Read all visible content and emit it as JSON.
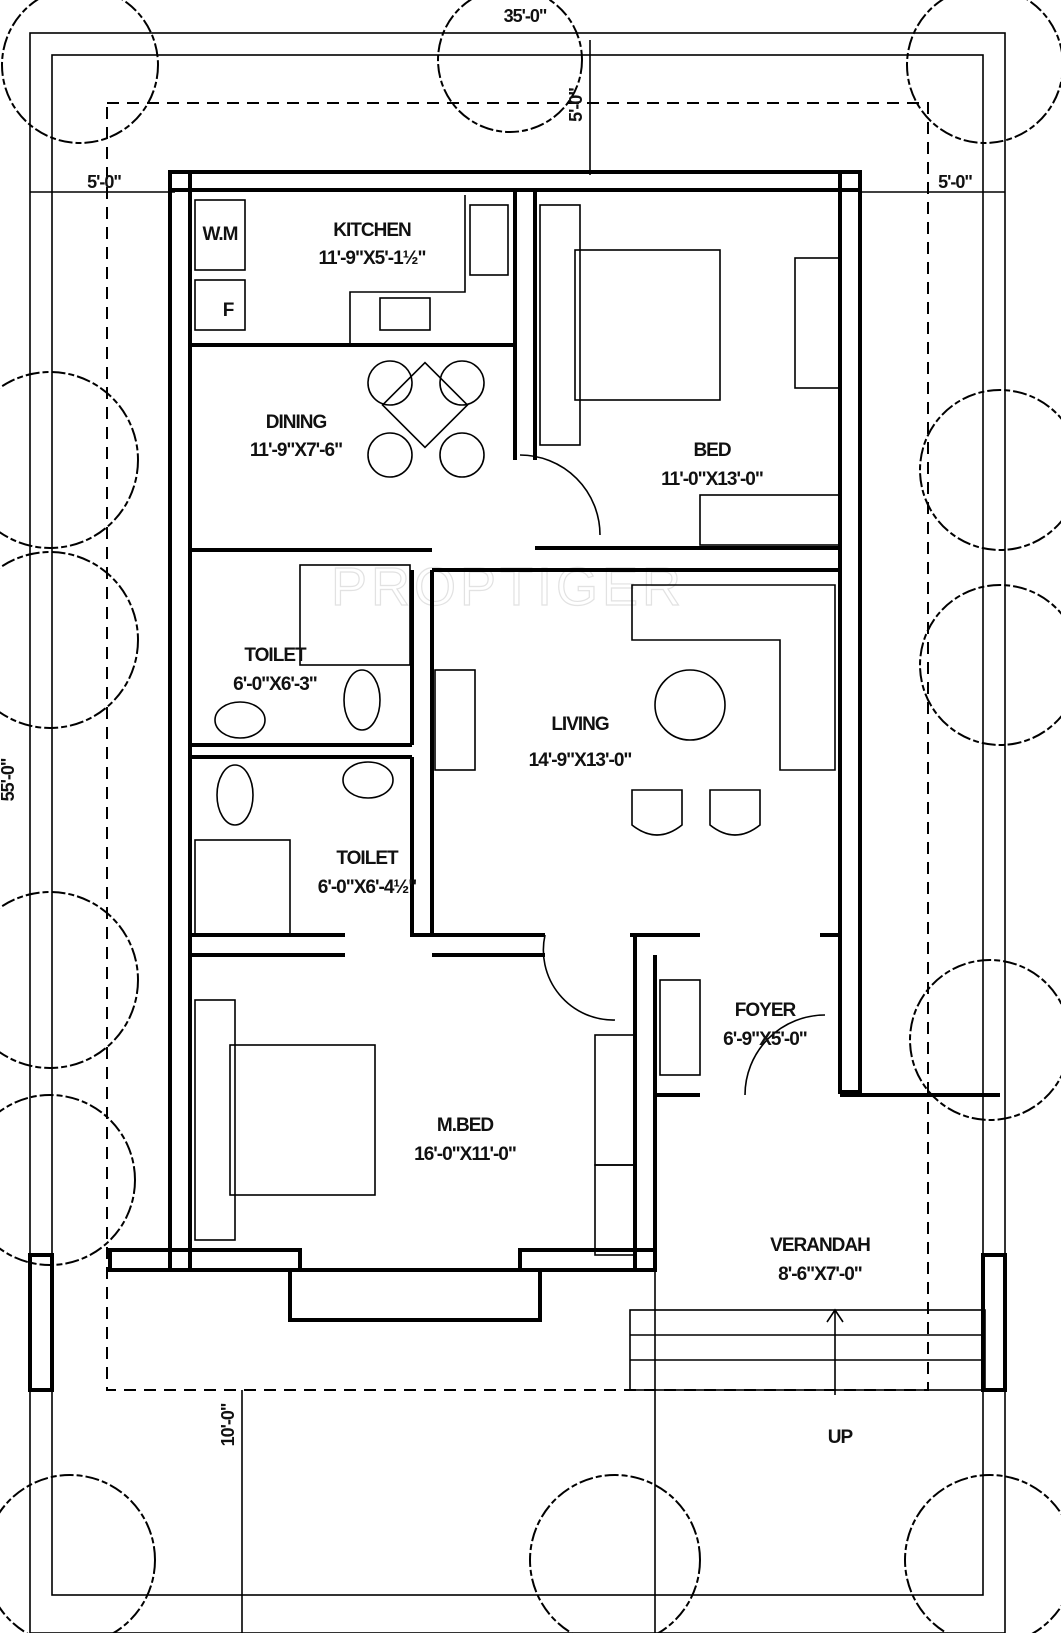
{
  "watermark": "PROPTIGER",
  "dimensions": {
    "plot_width": "35'-0\"",
    "plot_length": "55'-0\"",
    "front_setback": "5'-0\"",
    "left_setback": "5'-0\"",
    "right_setback": "5'-0\"",
    "rear_setback": "10'-0\""
  },
  "fixtures": {
    "washing_machine": "W.M",
    "fridge": "F",
    "stairs_direction": "UP"
  },
  "rooms": [
    {
      "name": "KITCHEN",
      "size": "11'-9\"X5'-1½\""
    },
    {
      "name": "DINING",
      "size": "11'-9\"X7'-6\""
    },
    {
      "name": "BED",
      "size": "11'-0\"X13'-0\""
    },
    {
      "name": "TOILET",
      "size": "6'-0\"X6'-3\""
    },
    {
      "name": "LIVING",
      "size": "14'-9\"X13'-0\""
    },
    {
      "name": "TOILET",
      "size": "6'-0\"X6'-4½\""
    },
    {
      "name": "FOYER",
      "size": "6'-9\"X5'-0\""
    },
    {
      "name": "M.BED",
      "size": "16'-0\"X11'-0\""
    },
    {
      "name": "VERANDAH",
      "size": "8'-6\"X7'-0\""
    }
  ]
}
